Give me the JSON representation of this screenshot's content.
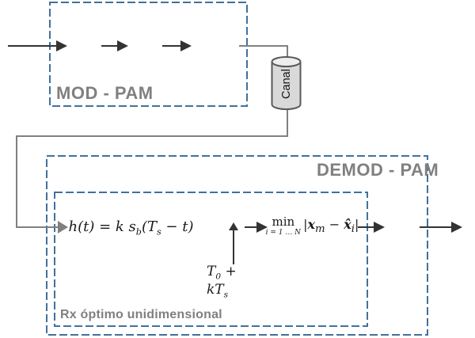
{
  "labels": {
    "mod": "MOD - PAM",
    "demod": "DEMOD - PAM",
    "rx": "Rx óptimo unidimensional",
    "canal": "Canal"
  },
  "formulas": {
    "filter": {
      "p1": "h(t) = k s",
      "s1": "b",
      "p2": "(T",
      "s2": "s",
      "p3": " − t)"
    },
    "detector": {
      "min": "min",
      "min_sub": "i = 1 … N",
      "bar1": "|",
      "x1": "x",
      "s1": "m",
      "p2": " − ",
      "x2": "x̂",
      "s2": "i",
      "bar2": "|"
    },
    "clock": {
      "p1": "T",
      "s1": "0",
      "p2": " + kT",
      "s2": "s"
    }
  },
  "colors": {
    "box_border": "#41719c",
    "label_gray": "#808080",
    "line_gray": "#808080",
    "arrow_dark": "#333333",
    "cylinder_fill": "#d9d9d9",
    "cylinder_top_fill": "#eeeeee",
    "cylinder_stroke": "#595959",
    "background": "#ffffff"
  }
}
